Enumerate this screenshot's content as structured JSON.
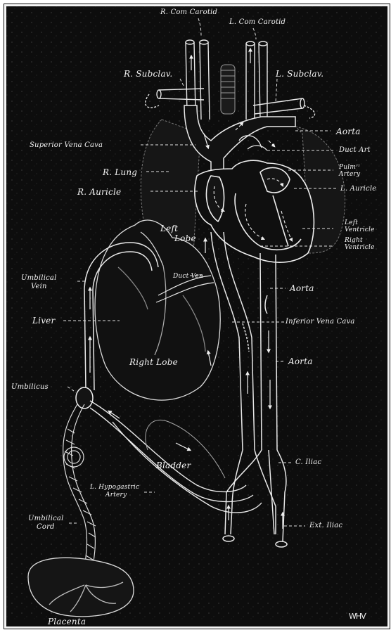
{
  "diagram": {
    "labels": {
      "r_com_carotid": "R. Com Carotid",
      "l_com_carotid": "L. Com Carotid",
      "r_subclav": "R. Subclav.",
      "l_subclav": "L. Subclav.",
      "aorta_top": "Aorta",
      "superior_vena_cava": "Superior Vena Cava",
      "duct_art": "Duct Art",
      "pulm_artery_1": "Pulmʳˡ",
      "pulm_artery_2": "Artery",
      "r_lung": "R. Lung",
      "l_auricle": "L. Auricle",
      "r_auricle": "R. Auricle",
      "left_lobe_1": "Left",
      "left_lobe_2": "Lobe",
      "left_ventricle_1": "Left",
      "left_ventricle_2": "Ventricle",
      "right_ventricle_1": "Right",
      "right_ventricle_2": "Ventricle",
      "umbilical_vein_1": "Umbilical",
      "umbilical_vein_2": "Vein",
      "duct_ven": "Duct Ven",
      "aorta_mid": "Aorta",
      "liver": "Liver",
      "inferior_vena_cava": "Inferior Vena Cava",
      "right_lobe": "Right Lobe",
      "aorta_low": "Aorta",
      "umbilicus": "Umbilicus",
      "bladder": "Bladder",
      "c_iliac": "C. Iliac",
      "l_hypogastric_1": "L. Hypogastric",
      "l_hypogastric_2": "Artery",
      "umbilical_cord_1": "Umbilical",
      "umbilical_cord_2": "Cord",
      "ext_iliac": "Ext. Iliac",
      "placenta": "Placenta"
    },
    "signature": "WHV"
  }
}
